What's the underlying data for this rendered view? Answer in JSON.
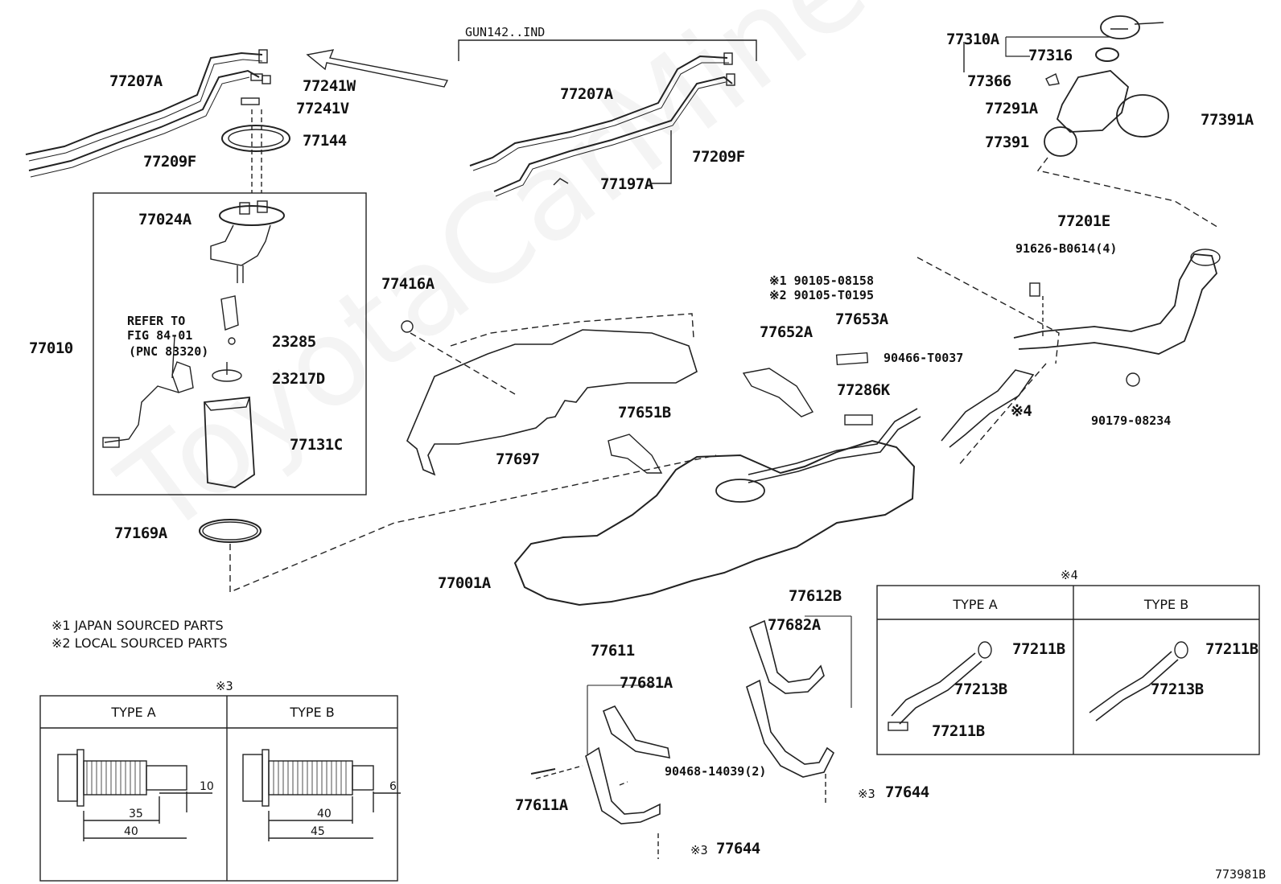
{
  "diagram": {
    "header_ref": "GUN142..IND",
    "figure_code": "773981B",
    "watermark": "ToyotaCarMine.ru",
    "labels": {
      "p77207A_l": "77207A",
      "p77209F_l": "77209F",
      "p77241W": "77241W",
      "p77241V": "77241V",
      "p77144": "77144",
      "p77024A": "77024A",
      "p77010": "77010",
      "ref1": "REFER TO",
      "ref2": "FIG 84-01",
      "ref3": "(PNC 83320)",
      "p23285": "23285",
      "p23217D": "23217D",
      "p77131C": "77131C",
      "p77169A": "77169A",
      "p77207A_r": "77207A",
      "p77209F_r": "77209F",
      "p77197A": "77197A",
      "p77310A": "77310A",
      "p77316": "77316",
      "p77366": "77366",
      "p77291A": "77291A",
      "p77391": "77391",
      "p77391A": "77391A",
      "p77201E": "77201E",
      "p91626": "91626-B0614(4)",
      "p90179": "90179-08234",
      "p90466": "90466-T0037",
      "p77416A": "77416A",
      "mark1_bolt": "※1 90105-08158",
      "mark2_bolt": "※2 90105-T0195",
      "p77652A": "77652A",
      "p77653A": "77653A",
      "p77286K": "77286K",
      "mark4": "※4",
      "p77651B": "77651B",
      "p77697": "77697",
      "p77001A": "77001A",
      "p77612B": "77612B",
      "p77682A": "77682A",
      "p77611": "77611",
      "p77681A": "77681A",
      "p90468": "90468-14039(2)",
      "p77611A": "77611A",
      "p77644_a": "77644",
      "p77644_b": "77644",
      "mark3_a": "※3",
      "mark3_b": "※3"
    },
    "notes": {
      "n1": "※1 JAPAN SOURCED PARTS",
      "n2": "※2 LOCAL SOURCED PARTS"
    },
    "table3": {
      "mark": "※3",
      "type_a": "TYPE A",
      "type_b": "TYPE B",
      "a_dims": [
        "10",
        "35",
        "40"
      ],
      "b_dims": [
        "6",
        "40",
        "45"
      ]
    },
    "table4": {
      "mark": "※4",
      "type_a": "TYPE A",
      "type_b": "TYPE B",
      "a_parts": [
        "77211B",
        "77213B",
        "77211B"
      ],
      "b_parts": [
        "77211B",
        "77213B"
      ]
    }
  }
}
